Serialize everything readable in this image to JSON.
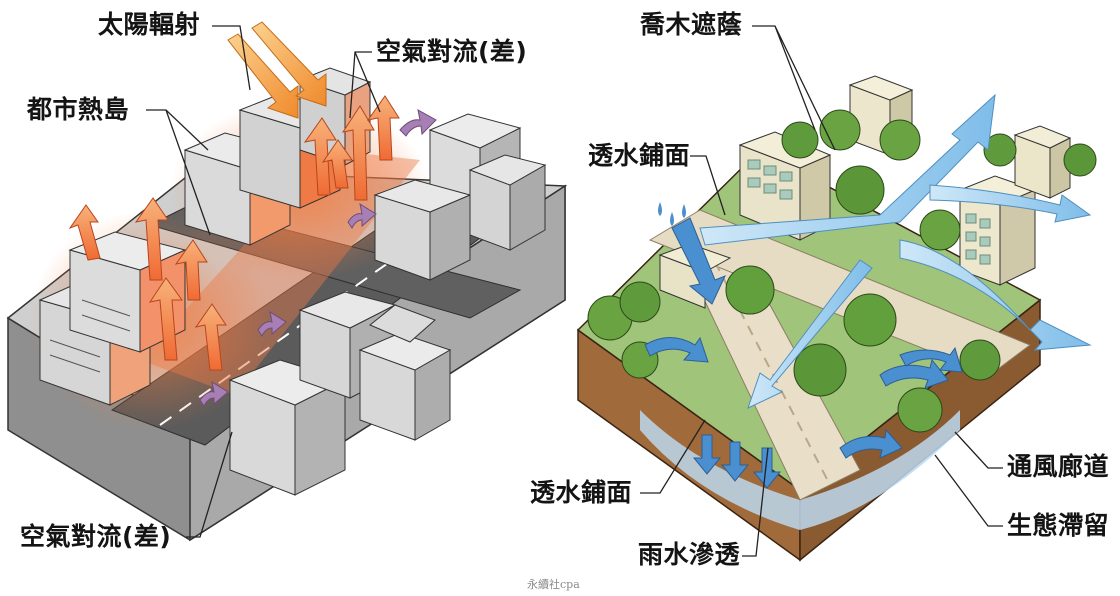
{
  "left_panel": {
    "labels": {
      "solar_radiation": "太陽輻射",
      "air_convection_top": "空氣對流(差)",
      "urban_heat_island": "都市熱島",
      "air_convection_bottom": "空氣對流(差)"
    }
  },
  "right_panel": {
    "labels": {
      "tree_shade": "喬木遮蔭",
      "permeable_paving_top": "透水鋪面",
      "permeable_paving_bottom": "透水鋪面",
      "rain_infiltration": "雨水滲透",
      "ventilation_corridor": "通風廊道",
      "ecological_retention": "生態滯留"
    }
  },
  "watermark": "永續社cpa",
  "colors": {
    "heat_arrow": "#f0622a",
    "heat_glow": "#f29a52",
    "air_arrow": "#a77fb4",
    "wind_arrow": "#9fcfee",
    "water_arrow": "#4a8fd0",
    "tree_green": "#5f9a3c",
    "soil": "#a06a3a",
    "building_gray": "#c9c9c9",
    "road_dark": "#5b5b5b"
  }
}
